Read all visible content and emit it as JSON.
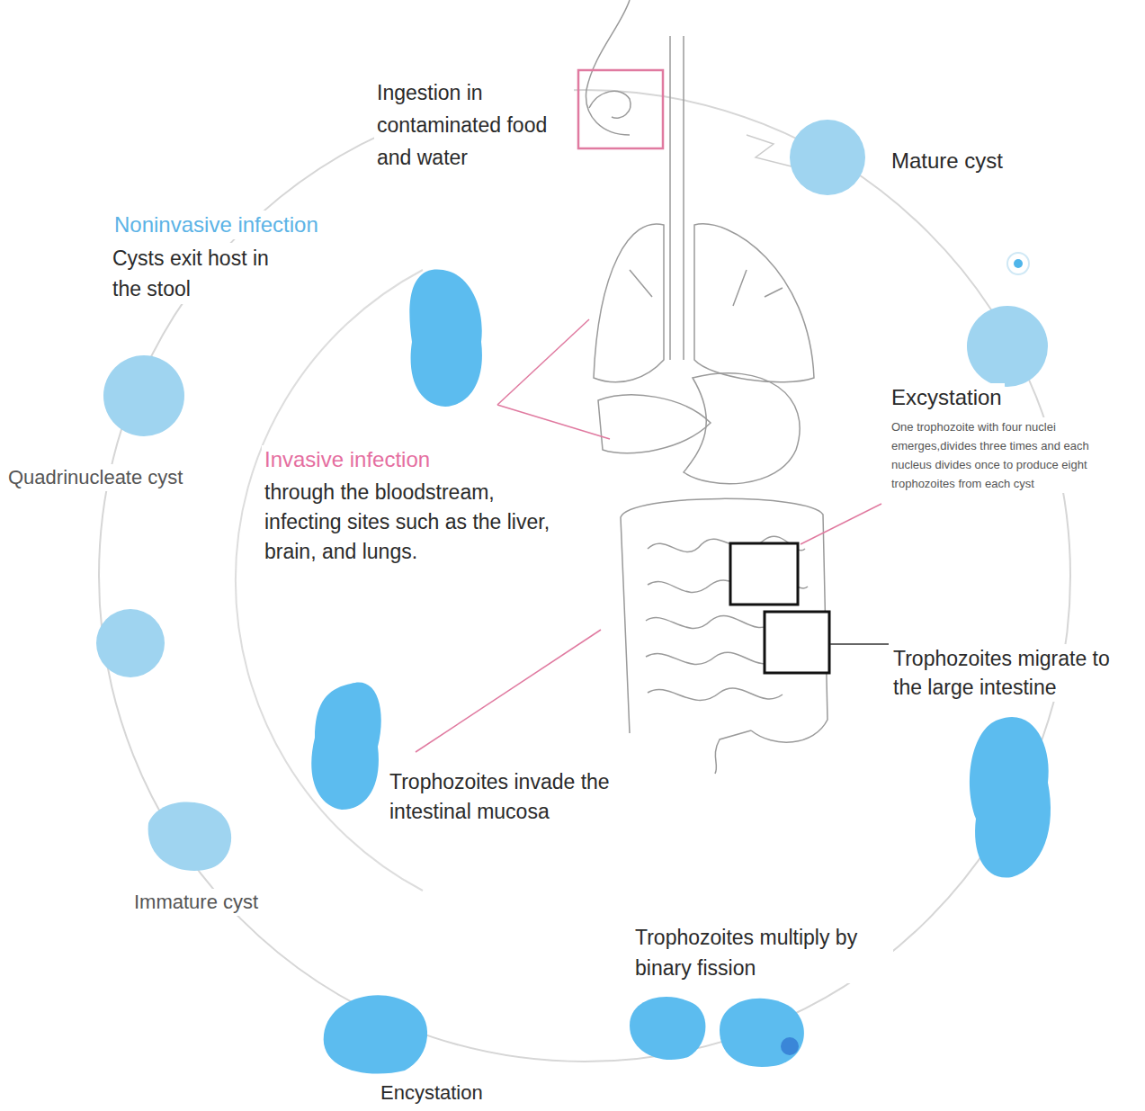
{
  "diagram": {
    "labels": [
      "Ingestion in contaminated food and water",
      "Mature cyst",
      "Noninvasive infection",
      "Cysts exit host in the stool",
      "Excystation",
      "One trophozoite with four nuclei emerges,divides three times and each nucleus divides once to produce eight trophozoites from each cyst",
      "Invasive infection",
      "through the bloodstream, infecting sites such as the liver, brain, and lungs.",
      "Quadrinucleate cyst",
      "Trophozoites migrate to the large intestine",
      "Trophozoites invade the intestinal mucosa",
      "Immature cyst",
      "Trophozoites multiply by binary fission",
      "Encystation"
    ]
  }
}
